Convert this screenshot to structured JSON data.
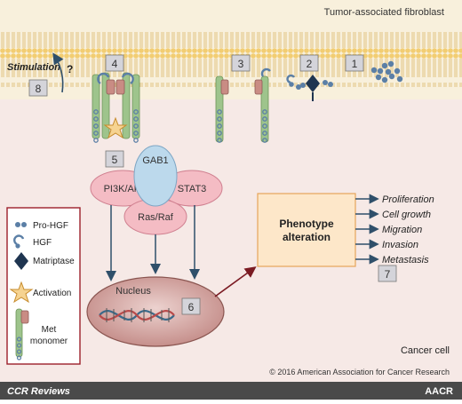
{
  "header": {
    "title": "Tumor-associated fibroblast"
  },
  "stimulation": {
    "label": "Stimulation",
    "question": "?"
  },
  "step_numbers": {
    "s1": "1",
    "s2": "2",
    "s3": "3",
    "s4": "4",
    "s5": "5",
    "s6": "6",
    "s7": "7",
    "s8": "8"
  },
  "signaling": {
    "gab1": "GAB1",
    "pi3k": "PI3K/Akt",
    "stat3": "STAT3",
    "rasraf": "Ras/Raf"
  },
  "nucleus": {
    "label": "Nucleus"
  },
  "phenotype": {
    "line1": "Phenotype",
    "line2": "alteration"
  },
  "outcomes": [
    "Proliferation",
    "Cell growth",
    "Migration",
    "Invasion",
    "Metastasis"
  ],
  "legend": {
    "pro_hgf": "Pro-HGF",
    "hgf": "HGF",
    "matriptase": "Matriptase",
    "activation": "Activation",
    "met_line1": "Met",
    "met_line2": "monomer"
  },
  "cancer_cell": "Cancer cell",
  "copyright": "© 2016 American Association for Cancer Research",
  "footer": {
    "left": "CCR Reviews",
    "right": "AACR"
  },
  "colors": {
    "membrane_head": "#f2cd72",
    "membrane_bg": "#f6ecd0",
    "cell_bg": "#f6e9e6",
    "receptor": "#9ec48c",
    "kinase": "#c98c84",
    "bead": "#5b7fa6",
    "gab1": "#bcd9ec",
    "pathway": "#f4bcc4",
    "nucleus": "#cb9a96",
    "phenotype_box": "#fde7c9",
    "legend_border": "#9c1f2a",
    "footer_bg": "#4a4a4a"
  },
  "icons": [
    "pro-hgf-icon",
    "hgf-icon",
    "matriptase-icon",
    "activation-star-icon",
    "met-monomer-icon",
    "dna-helix-icon",
    "stimulation-arrow-icon"
  ]
}
